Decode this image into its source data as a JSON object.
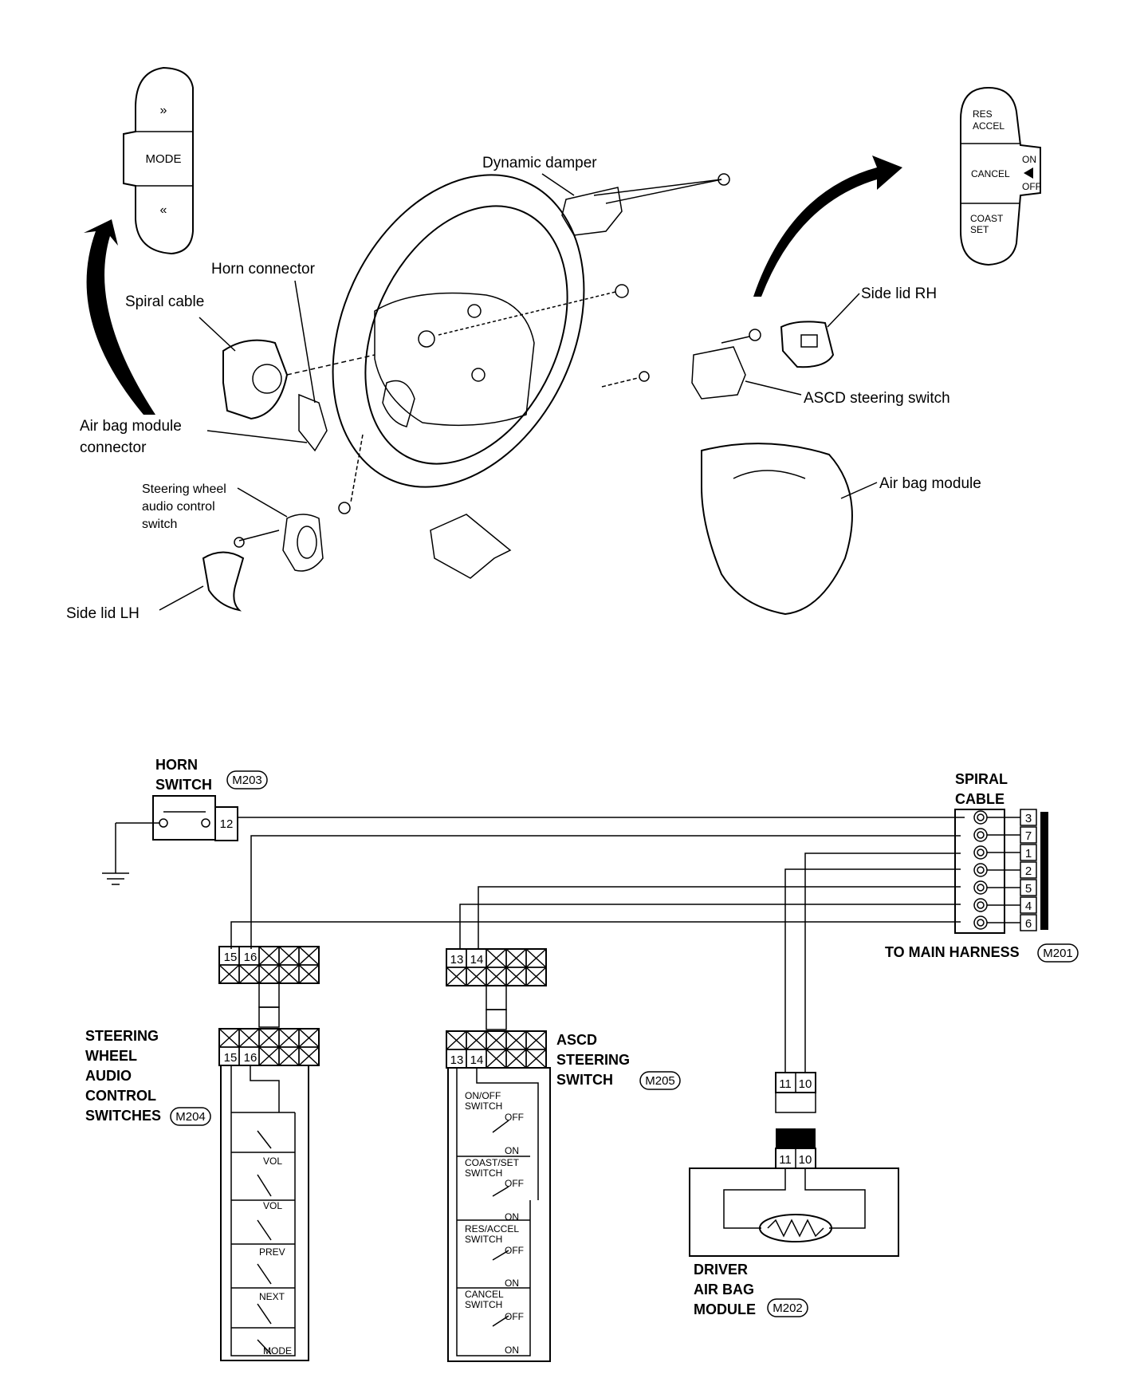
{
  "exploded_view": {
    "labels": {
      "dynamic_damper": "Dynamic damper",
      "horn_connector": "Horn connector",
      "spiral_cable": "Spiral cable",
      "side_lid_rh": "Side lid RH",
      "ascd_steering_switch": "ASCD steering switch",
      "air_bag_module_connector_1": "Air bag module",
      "air_bag_module_connector_2": "connector",
      "audio_switch_1": "Steering wheel",
      "audio_switch_2": "audio control",
      "audio_switch_3": "switch",
      "air_bag_module": "Air bag module",
      "side_lid_lh": "Side lid LH"
    },
    "audio_pad": {
      "up": "»",
      "mode": "MODE",
      "down": "«"
    },
    "ascd_pad": {
      "res_1": "RES",
      "res_2": "ACCEL",
      "cancel": "CANCEL",
      "on": "ON",
      "off": "OFF",
      "coast_1": "COAST",
      "coast_2": "SET"
    }
  },
  "schematic": {
    "horn_switch": {
      "line1": "HORN",
      "line2": "SWITCH",
      "connector": "M203",
      "pin": "12"
    },
    "spiral_cable": {
      "line1": "SPIRAL",
      "line2": "CABLE",
      "pins": [
        "3",
        "7",
        "1",
        "2",
        "5",
        "4",
        "6"
      ],
      "harness_label": "TO MAIN HARNESS",
      "harness_connector": "M201"
    },
    "audio_switches": {
      "line1": "STEERING",
      "line2": "WHEEL",
      "line3": "AUDIO",
      "line4": "CONTROL",
      "line5": "SWITCHES",
      "connector": "M204",
      "pin_a": "15",
      "pin_b": "16",
      "sw_vol_up": "VOL",
      "sw_vol_down": "VOL",
      "sw_prev": "PREV",
      "sw_next": "NEXT",
      "sw_mode": "MODE"
    },
    "ascd_switch": {
      "line1": "ASCD",
      "line2": "STEERING",
      "line3": "SWITCH",
      "connector": "M205",
      "pin_a": "13",
      "pin_b": "14",
      "onoff_1": "ON/OFF",
      "onoff_2": "SWITCH",
      "coast_1": "COAST/SET",
      "coast_2": "SWITCH",
      "res_1": "RES/ACCEL",
      "res_2": "SWITCH",
      "cancel_1": "CANCEL",
      "cancel_2": "SWITCH",
      "off": "OFF",
      "on": "ON"
    },
    "driver_airbag": {
      "line1": "DRIVER",
      "line2": "AIR BAG",
      "line3": "MODULE",
      "connector": "M202",
      "pin_a": "11",
      "pin_b": "10"
    }
  }
}
